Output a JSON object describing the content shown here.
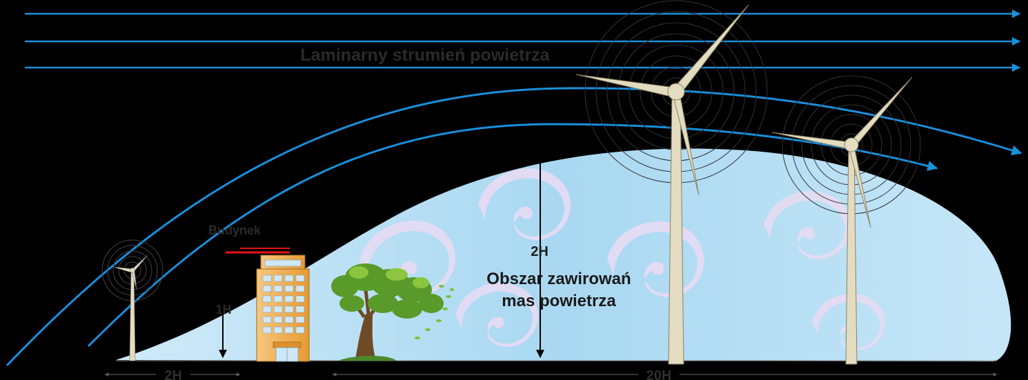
{
  "labels": {
    "laminar_flow": "Laminarny strumień powietrza",
    "building": "Budynek",
    "height_1h": "1H",
    "height_2h": "2H",
    "turbulence_line1": "Obszar zawirowań",
    "turbulence_line2": "mas powietrza",
    "distance_2h": "2H",
    "distance_20h": "20H"
  },
  "colors": {
    "background": "#000000",
    "airflow": "#1a8fdc",
    "laminar_text": "#2a2a2a",
    "turbulence_fill": "#bfe2f6",
    "swirl": "#e4dcf3",
    "building": "#f0ad4e",
    "turbine": "#e3dcc0",
    "roof_line": "#e8141b"
  },
  "icons": {
    "turbines": [
      "small-wind-turbine-icon",
      "large-wind-turbine-icon",
      "medium-wind-turbine-icon"
    ],
    "building": "office-building-icon",
    "tree": "tree-icon"
  }
}
